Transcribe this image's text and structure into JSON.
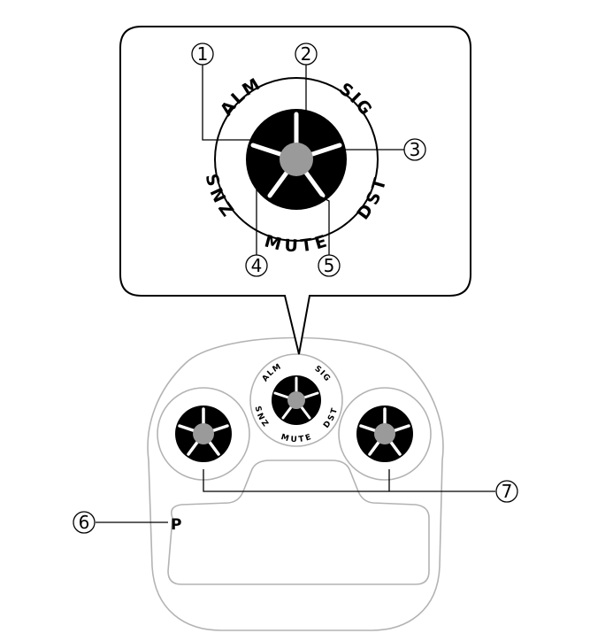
{
  "dial_labels": {
    "alarm": "ALM",
    "signal": "SIG",
    "display": "DST",
    "mute": "MUTE",
    "snooze": "SNZ"
  },
  "callouts": [
    "1",
    "2",
    "3",
    "4",
    "5",
    "6",
    "7"
  ],
  "p_mark": "P",
  "colors": {
    "line": "#000000",
    "outline_light": "#b3b3b3",
    "knob_dark": "#000000",
    "hub_gray": "#9a9a9a",
    "spoke_white": "#ffffff"
  }
}
